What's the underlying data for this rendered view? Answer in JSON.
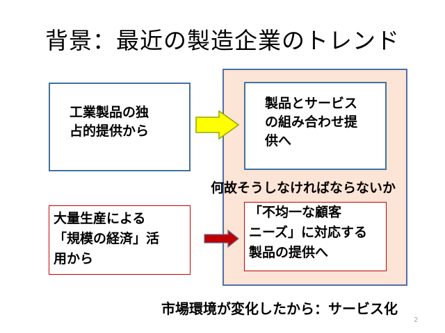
{
  "slide": {
    "title": "背景：最近の製造企業のトレンド",
    "top_left_box": {
      "lines": [
        "工業製品の独",
        "占的提供から"
      ]
    },
    "top_right_box": {
      "lines": [
        "製品とサービス",
        "の組み合わせ提",
        "供へ"
      ]
    },
    "question": "何故そうしなければならないか",
    "bottom_left_box": {
      "lines": [
        "大量生産による",
        "「規模の経済」活",
        "用から"
      ]
    },
    "bottom_right_box": {
      "lines": [
        "「不均一な顧客",
        "ニーズ」に対応する",
        "製品の提供へ"
      ]
    },
    "footer": "市場環境が変化したから：サービス化",
    "page_number": "2"
  },
  "colors": {
    "panel_fill": "#fce4d6",
    "panel_border": "#4f6fa8",
    "box_blue_border": "#41719c",
    "box_red_border": "#c00000",
    "arrow_yellow": "#ffff00",
    "arrow_yellow_border": "#8fa800",
    "arrow_red": "#c00000",
    "arrow_red_border": "#5a6f96"
  },
  "icons": [
    "yellow-right-arrow-icon",
    "red-right-arrow-icon"
  ]
}
